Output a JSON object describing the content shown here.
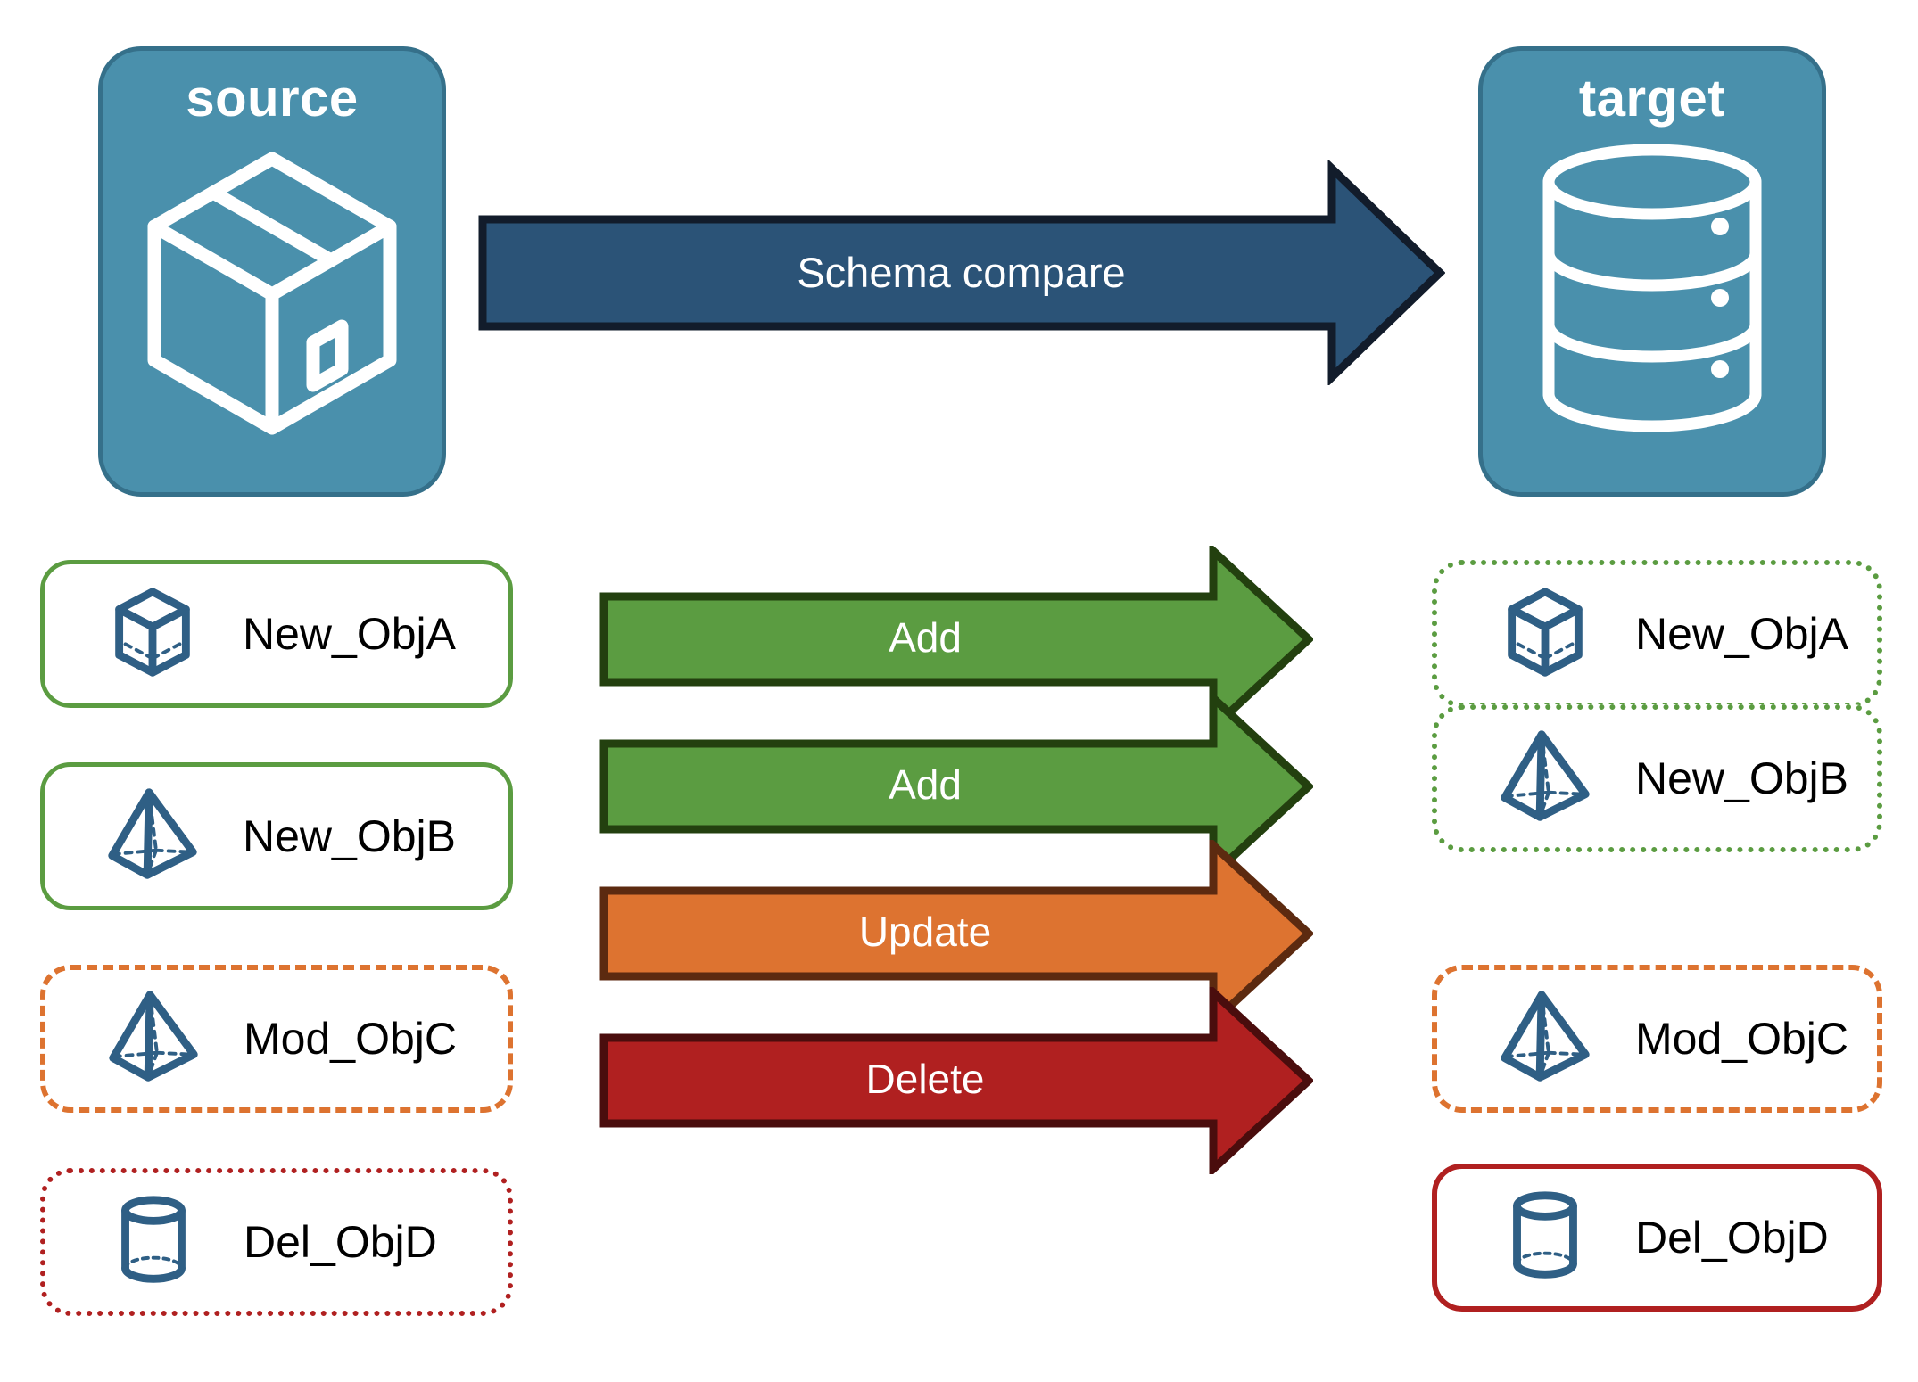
{
  "diagram": {
    "title_source": "source",
    "title_target": "target",
    "main_arrow_label": "Schema compare"
  },
  "colors": {
    "endpoint_fill": "#4A90AC",
    "endpoint_border": "#35708A",
    "main_arrow_fill": "#2B5377",
    "main_arrow_border": "#121C2B",
    "add_fill": "#5B9C41",
    "add_border": "#23400F",
    "update_fill": "#DD7330",
    "update_border": "#5C2A10",
    "delete_fill": "#B02020",
    "delete_border": "#4A0D0D",
    "object_icon": "#2F5F85",
    "text_dark": "#000000",
    "text_light": "#FFFFFF"
  },
  "endpoints": {
    "source": {
      "label": "source",
      "icon": "package-box-icon"
    },
    "target": {
      "label": "target",
      "icon": "database-cylinder-icon"
    }
  },
  "rows": [
    {
      "action": "Add",
      "action_color": "#5B9C41",
      "source": {
        "label": "New_ObjA",
        "icon": "wireframe-cube-icon",
        "border_style": "solid",
        "border_color": "#5B9C41"
      },
      "target": {
        "label": "New_ObjA",
        "icon": "wireframe-cube-icon",
        "border_style": "dotted",
        "border_color": "#5B9C41"
      }
    },
    {
      "action": "Add",
      "action_color": "#5B9C41",
      "source": {
        "label": "New_ObjB",
        "icon": "wireframe-pyramid-icon",
        "border_style": "solid",
        "border_color": "#5B9C41"
      },
      "target": {
        "label": "New_ObjB",
        "icon": "wireframe-pyramid-icon",
        "border_style": "dotted",
        "border_color": "#5B9C41"
      }
    },
    {
      "action": "Update",
      "action_color": "#DD7330",
      "source": {
        "label": "Mod_ObjC",
        "icon": "wireframe-pyramid-icon",
        "border_style": "dashed",
        "border_color": "#DD7330"
      },
      "target": {
        "label": "Mod_ObjC",
        "icon": "wireframe-pyramid-icon",
        "border_style": "dashed",
        "border_color": "#DD7330"
      }
    },
    {
      "action": "Delete",
      "action_color": "#B02020",
      "source": {
        "label": "Del_ObjD",
        "icon": "wireframe-cylinder-icon",
        "border_style": "dotted",
        "border_color": "#B02020"
      },
      "target": {
        "label": "Del_ObjD",
        "icon": "wireframe-cylinder-icon",
        "border_style": "solid",
        "border_color": "#B02020"
      }
    }
  ]
}
